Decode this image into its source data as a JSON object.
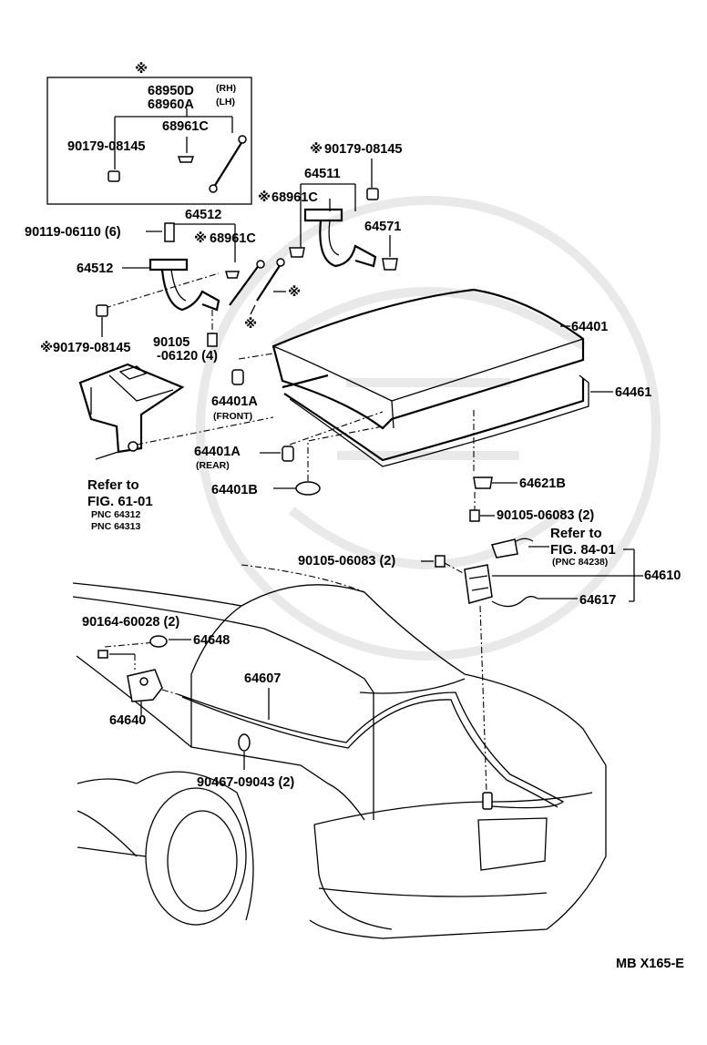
{
  "box": {
    "mark": "※",
    "label_rh": "68950D",
    "tag_rh": "(RH)",
    "label_lh": "68960A",
    "tag_lh": "(LH)",
    "label_stay": "68961C",
    "label_nut": "90179-08145"
  },
  "hinge_left": {
    "label_hinge_top": "64512",
    "label_hinge_side": "64512",
    "label_bolt": "90119-06110 (6)",
    "label_stay": "68961C",
    "label_stay_mark": "※",
    "label_nut": "90179-08145",
    "label_nut_mark": "※",
    "label_bolt2_a": "90105",
    "label_bolt2_b": "-06120 (4)",
    "mark_a": "※",
    "mark_b": "※"
  },
  "hinge_right": {
    "label_nut": "90179-08145",
    "label_nut_mark": "※",
    "label_hinge": "64511",
    "label_stay": "68961C",
    "label_stay_mark": "※",
    "label_stopper": "64571"
  },
  "lid": {
    "label_lid": "64401",
    "label_weatherstrip": "64461",
    "label_cushion_front": "64401A",
    "tag_front": "(FRONT)",
    "label_cushion_rear": "64401A",
    "tag_rear": "(REAR)",
    "label_cushion_b": "64401B"
  },
  "refs": {
    "ref1_line1": "Refer to",
    "ref1_line2": "FIG. 61-01",
    "ref1_pnc1": "PNC 64312",
    "ref1_pnc2": "PNC 64313",
    "ref2_line1": "Refer to",
    "ref2_line2": "FIG. 84-01",
    "ref2_pnc": "(PNC 84238)"
  },
  "lock": {
    "label_striker_cover": "64621B",
    "label_bolt_upper": "90105-06083 (2)",
    "label_bolt_lower": "90105-06083 (2)",
    "label_lock": "64610",
    "label_cable": "64617"
  },
  "opener": {
    "label_screw": "90164-60028 (2)",
    "label_cover": "64648",
    "label_lever": "64640",
    "label_cable": "64607",
    "label_clamp": "90467-09043 (2)"
  },
  "footer": {
    "code": "MB  X165-E"
  }
}
